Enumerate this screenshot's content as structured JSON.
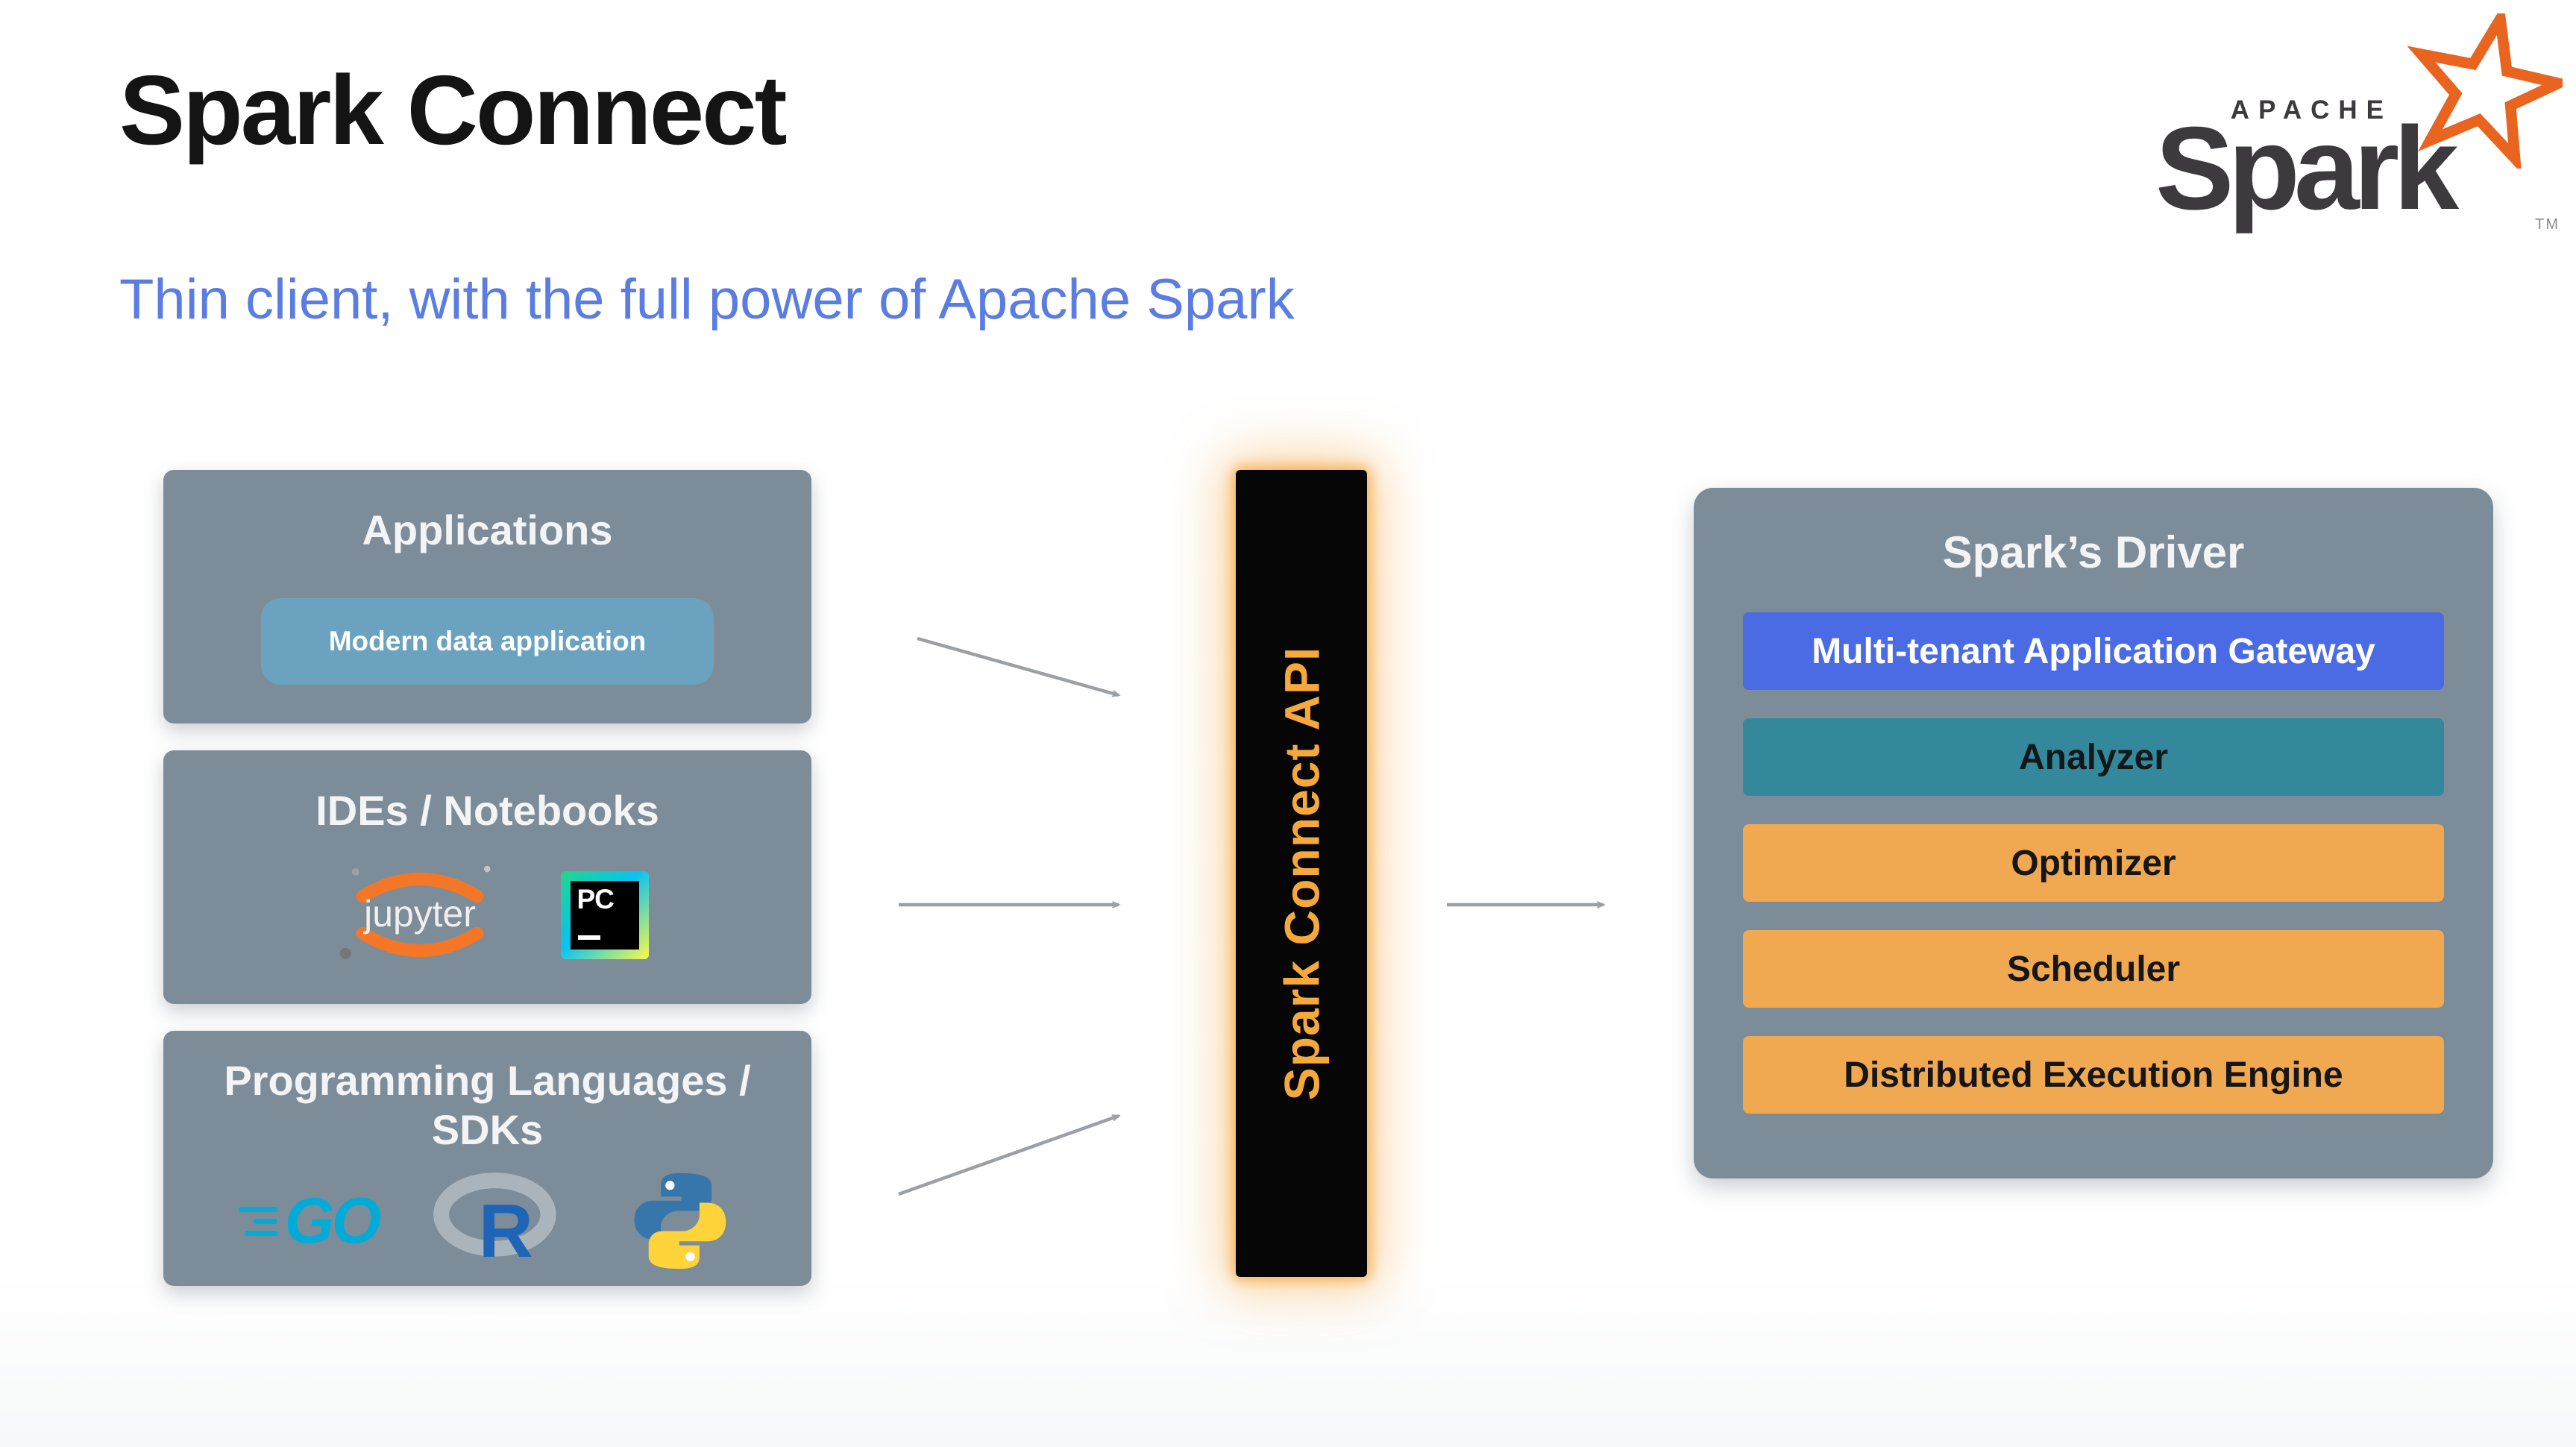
{
  "header": {
    "title": "Spark Connect",
    "subtitle": "Thin client, with the full power of Apache Spark"
  },
  "brand": {
    "apache": "APACHE",
    "name": "Spark",
    "tm": "TM"
  },
  "sources": [
    {
      "title": "Applications",
      "chip": "Modern data application"
    },
    {
      "title": "IDEs / Notebooks",
      "jupyter_label": "jupyter",
      "pycharm_label": "PC"
    },
    {
      "title": "Programming Languages / SDKs",
      "go_label": "GO",
      "r_label": "R"
    }
  ],
  "connector": {
    "label": "Spark Connect API"
  },
  "driver": {
    "title": "Spark’s Driver",
    "rows": [
      "Multi-tenant Application Gateway",
      "Analyzer",
      "Optimizer",
      "Scheduler",
      "Distributed Execution Engine"
    ]
  },
  "colors": {
    "subtitle_blue": "#5b7de2",
    "panel_gray": "#7d8c99",
    "chip_blue": "#6aa2c0",
    "api_text_orange": "#f5a83c",
    "api_glow_orange": "#f6a63c",
    "row_blue": "#4a6be4",
    "row_teal": "#33899b",
    "row_orange": "#f0a951",
    "arrow_gray": "#9aa0a6",
    "spark_orange": "#e8641f",
    "jupyter_orange": "#f37726",
    "go_cyan": "#00acd7",
    "python_blue": "#3776ab",
    "python_yellow": "#ffd43b"
  }
}
